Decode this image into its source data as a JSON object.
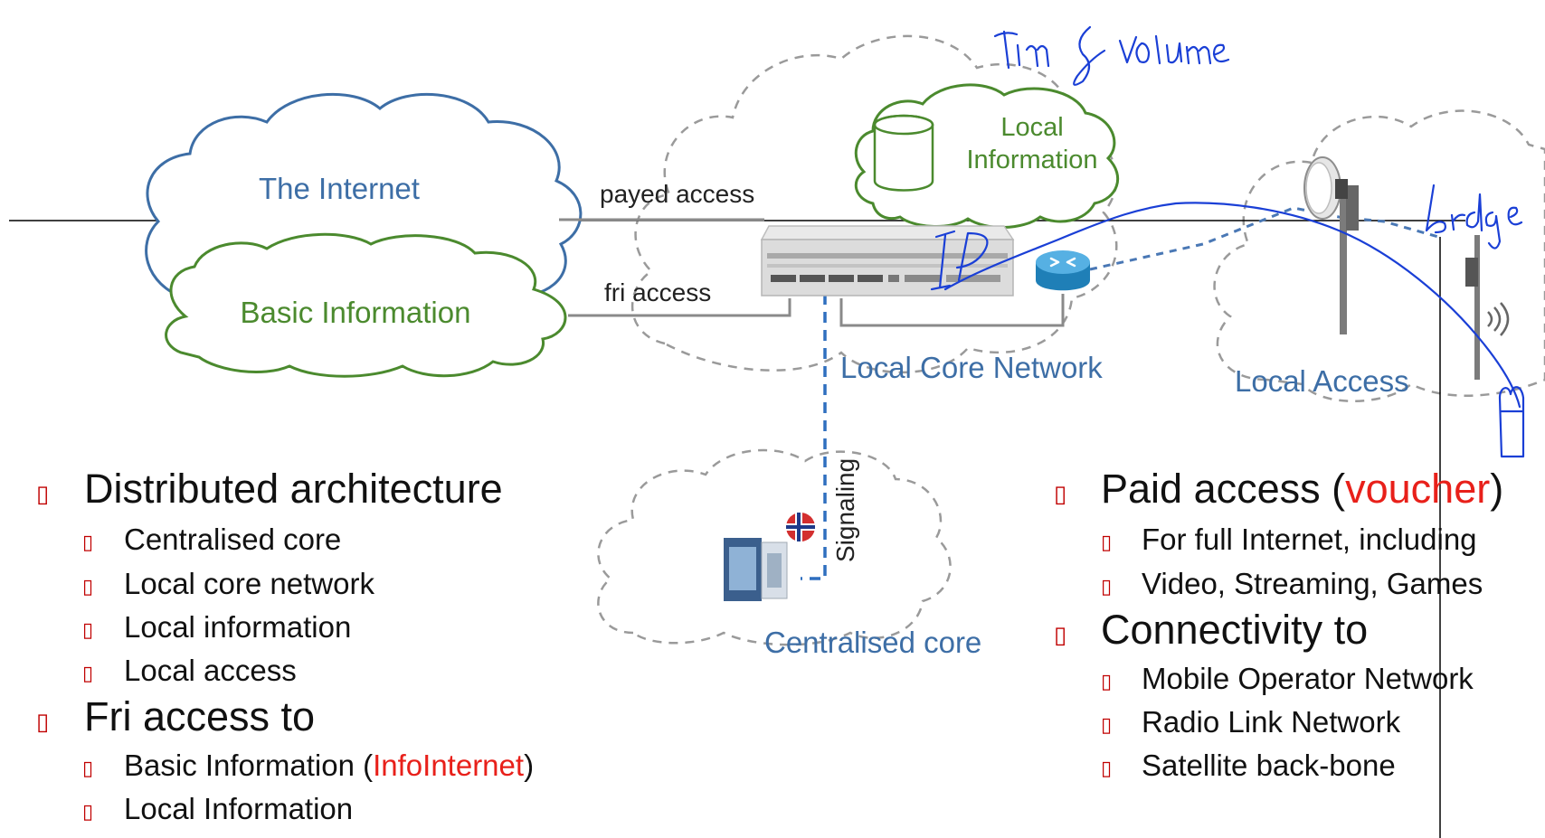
{
  "diagram": {
    "clouds": {
      "internet": "The Internet",
      "basic_information": "Basic Information",
      "local_information": [
        "Local",
        "Information"
      ],
      "local_core_network": "Local Core Network",
      "local_access": "Local Access",
      "centralised_core": "Centralised core"
    },
    "links": {
      "payed_access": "payed access",
      "fri_access": "fri access",
      "signaling": "Signaling"
    },
    "colors": {
      "blue_label": "#3d6ea6",
      "green_label": "#4b8a2e",
      "dashed_gray": "#9a9a9a",
      "highlight_red": "#e8201a",
      "ink_blue": "#1a3fd6"
    }
  },
  "handwriting": {
    "top_note": "tim & volume",
    "ip_note": "IP",
    "bridge_note": "bridge"
  },
  "left_list": {
    "bullet": "▯",
    "items": [
      {
        "text": "Distributed architecture",
        "sub": [
          "Centralised core",
          "Local core network",
          "Local information",
          "Local access"
        ]
      },
      {
        "text": "Fri access to",
        "sub": [
          {
            "pre": "Basic Information (",
            "highlight": "InfoInternet",
            "post": ")"
          },
          "Local Information"
        ]
      }
    ]
  },
  "right_list": {
    "items": [
      {
        "pre": "Paid access (",
        "highlight": "voucher",
        "post": ")",
        "sub": [
          "For full Internet, including",
          "Video, Streaming, Games"
        ]
      },
      {
        "text": "Connectivity to",
        "sub": [
          "Mobile Operator Network",
          "Radio Link Network",
          "Satellite back-bone"
        ]
      }
    ]
  }
}
